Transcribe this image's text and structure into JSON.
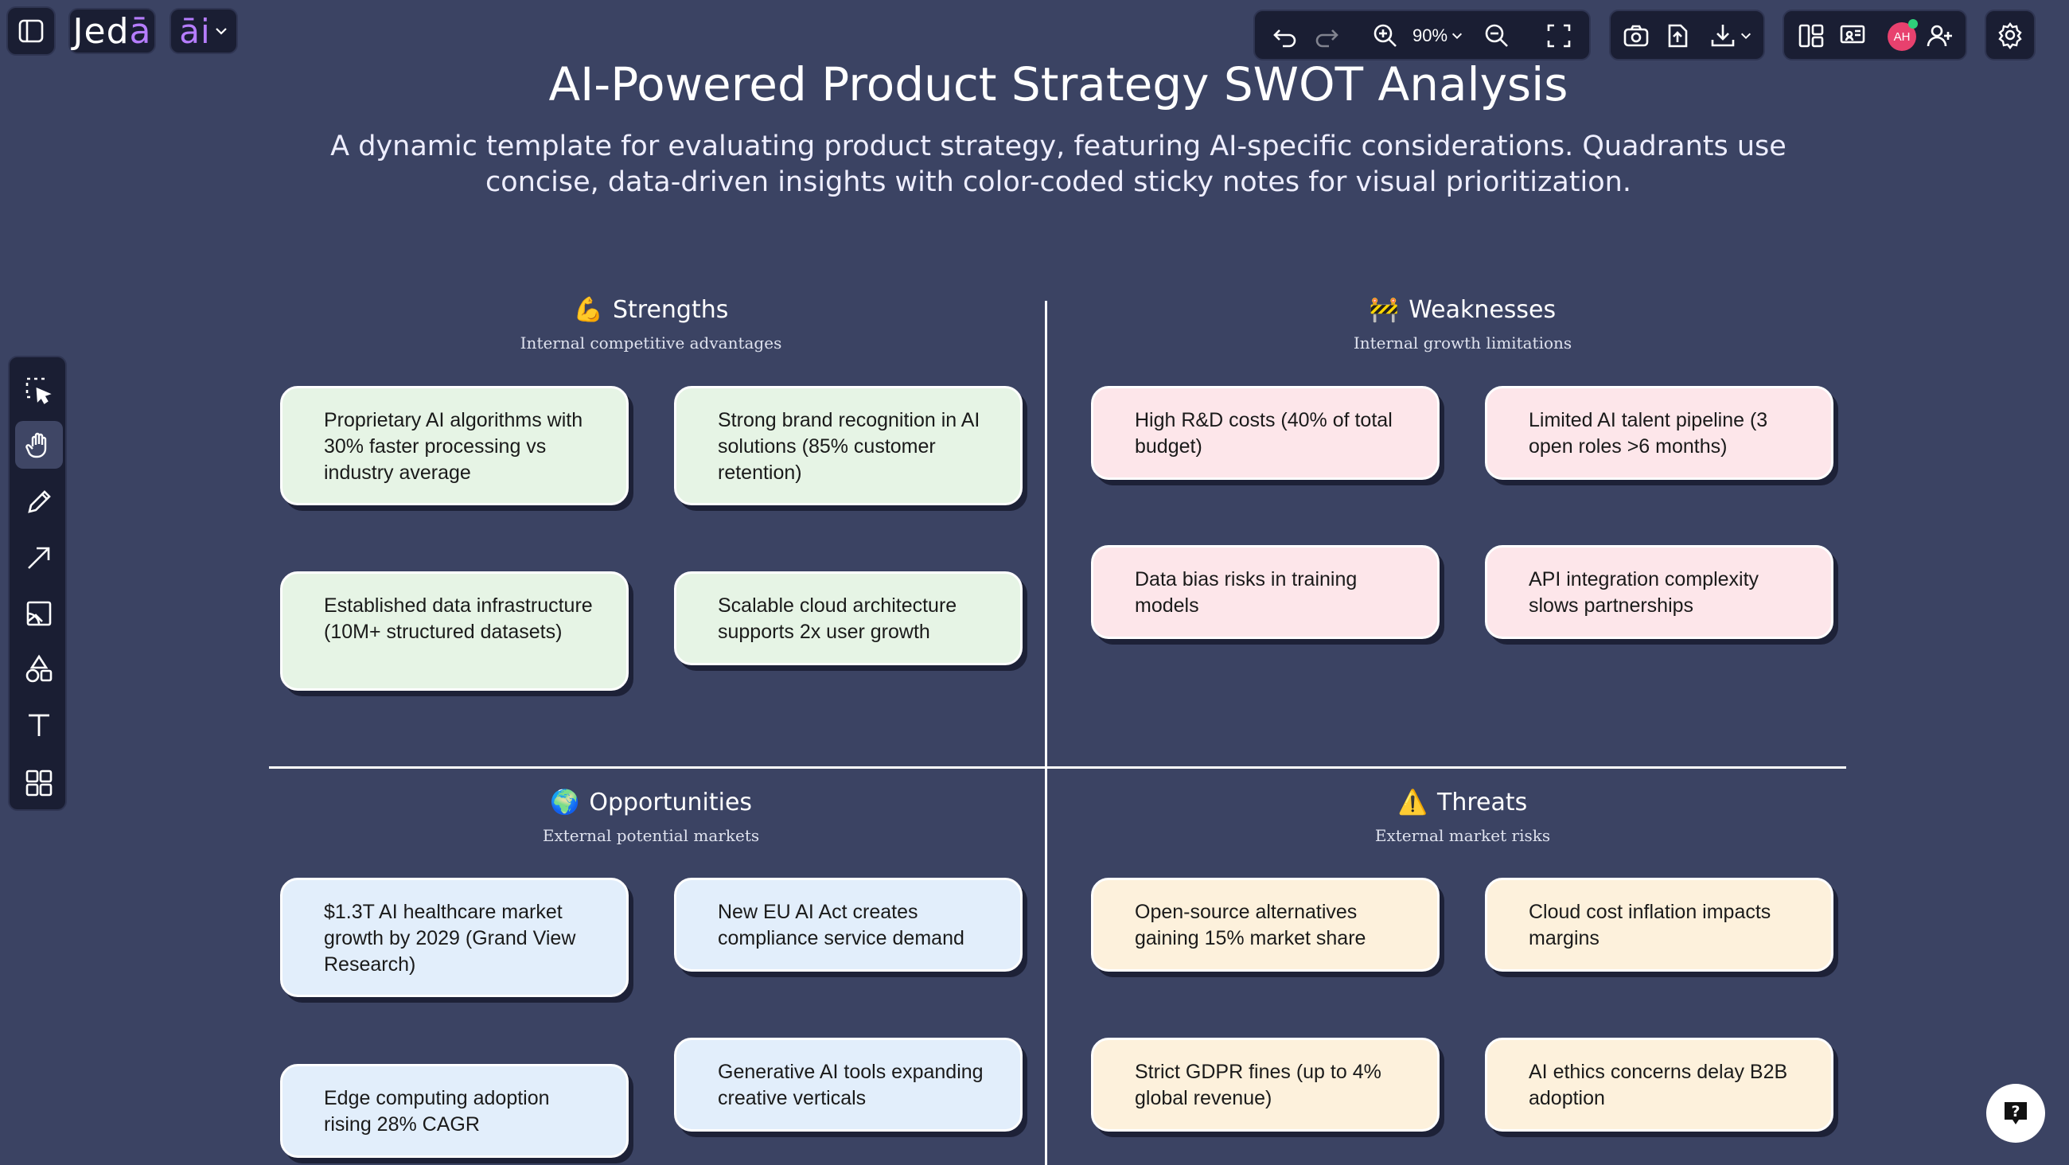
{
  "app": {
    "brand_text": "Jed",
    "brand_accent": "ā",
    "ai_text": "āi"
  },
  "toolbar": {
    "zoom_level": "90%",
    "avatar_initials": "AH"
  },
  "board": {
    "title": "AI-Powered Product Strategy SWOT Analysis",
    "subtitle": "A dynamic template for evaluating product strategy, featuring AI-specific considerations. Quadrants use concise, data-driven insights with color-coded sticky notes for visual prioritization."
  },
  "quadrants": {
    "strengths": {
      "emoji": "💪",
      "title": "Strengths",
      "subtitle": "Internal competitive advantages",
      "notes": [
        "Proprietary AI algorithms with 30% faster processing vs industry average",
        "Strong brand recognition in AI solutions (85% customer retention)",
        "Established data infrastructure (10M+ structured datasets)",
        "Scalable cloud architecture supports 2x user growth"
      ]
    },
    "weaknesses": {
      "emoji": "🚧",
      "title": "Weaknesses",
      "subtitle": "Internal growth limitations",
      "notes": [
        "High R&D costs (40% of total budget)",
        "Limited AI talent pipeline (3 open roles >6 months)",
        "Data bias risks in training models",
        "API integration complexity slows partnerships"
      ]
    },
    "opportunities": {
      "emoji": "🌍",
      "title": "Opportunities",
      "subtitle": "External potential markets",
      "notes": [
        "$1.3T AI healthcare market growth by 2029 (Grand View Research)",
        "New EU AI Act creates compliance service demand",
        "Edge computing adoption rising 28% CAGR",
        "Generative AI tools expanding creative verticals"
      ]
    },
    "threats": {
      "emoji": "⚠️",
      "title": "Threats",
      "subtitle": "External market risks",
      "notes": [
        "Open-source alternatives gaining 15% market share",
        "Cloud cost inflation impacts margins",
        "Strict GDPR fines (up to 4% global revenue)",
        "AI ethics concerns delay B2B adoption"
      ]
    }
  },
  "colors": {
    "background": "#3b4363",
    "toolbar": "#1a1e33",
    "strength_note": "#e6f4e5",
    "weakness_note": "#fde6ea",
    "opportunity_note": "#e2eefb",
    "threat_note": "#fdf1dc",
    "accent": "#b67dff",
    "avatar": "#e8416e"
  },
  "icons": {
    "top_left": [
      "sidebar-toggle-icon"
    ],
    "history": [
      "undo-icon",
      "redo-icon"
    ],
    "zoom": [
      "zoom-in-icon",
      "chevron-down-icon",
      "zoom-out-icon",
      "fullscreen-icon"
    ],
    "export": [
      "camera-icon",
      "upload-icon",
      "download-icon"
    ],
    "collab": [
      "layout-icon",
      "presentation-icon",
      "add-user-icon"
    ],
    "settings": [
      "gear-icon"
    ],
    "left_tools": [
      "select-icon",
      "hand-icon",
      "pencil-icon",
      "arrow-icon",
      "image-icon",
      "shapes-icon",
      "text-icon",
      "templates-icon"
    ],
    "help": [
      "help-icon"
    ]
  }
}
